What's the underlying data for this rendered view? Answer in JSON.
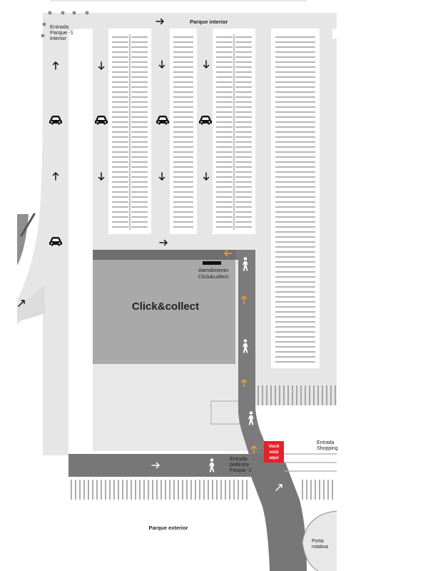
{
  "labels": {
    "parking_interior": "Parque interior",
    "parking_exterior": "Parque exterior",
    "entrance_interior_l1": "Entrada",
    "entrance_interior_l2": "Parque -1",
    "entrance_interior_l3": "interior",
    "click_collect": "Click&collect",
    "service_l1": "Atendimento",
    "service_l2": "Click&collect",
    "pedestrian_l1": "Entrada",
    "pedestrian_l2": "pedestre",
    "pedestrian_l3": "Parque -1",
    "shopping_l1": "Entrada",
    "shopping_l2": "Shopping",
    "you_are_here_l1": "Você",
    "you_are_here_l2": "está",
    "you_are_here_l3": "aqui",
    "revolving_l1": "Porta",
    "revolving_l2": "rotativa"
  },
  "colors": {
    "road": "#7a7a7a",
    "parking_area": "#e6e6e6",
    "building": "#a9a9a9",
    "building_light": "#e3e3e3",
    "walkway_arrow": "#f0a030",
    "you_are_here": "#e4202a",
    "black": "#111111"
  },
  "icons": {
    "car": "car-icon",
    "pedestrian": "pedestrian-icon",
    "arrow": "arrow-icon"
  }
}
